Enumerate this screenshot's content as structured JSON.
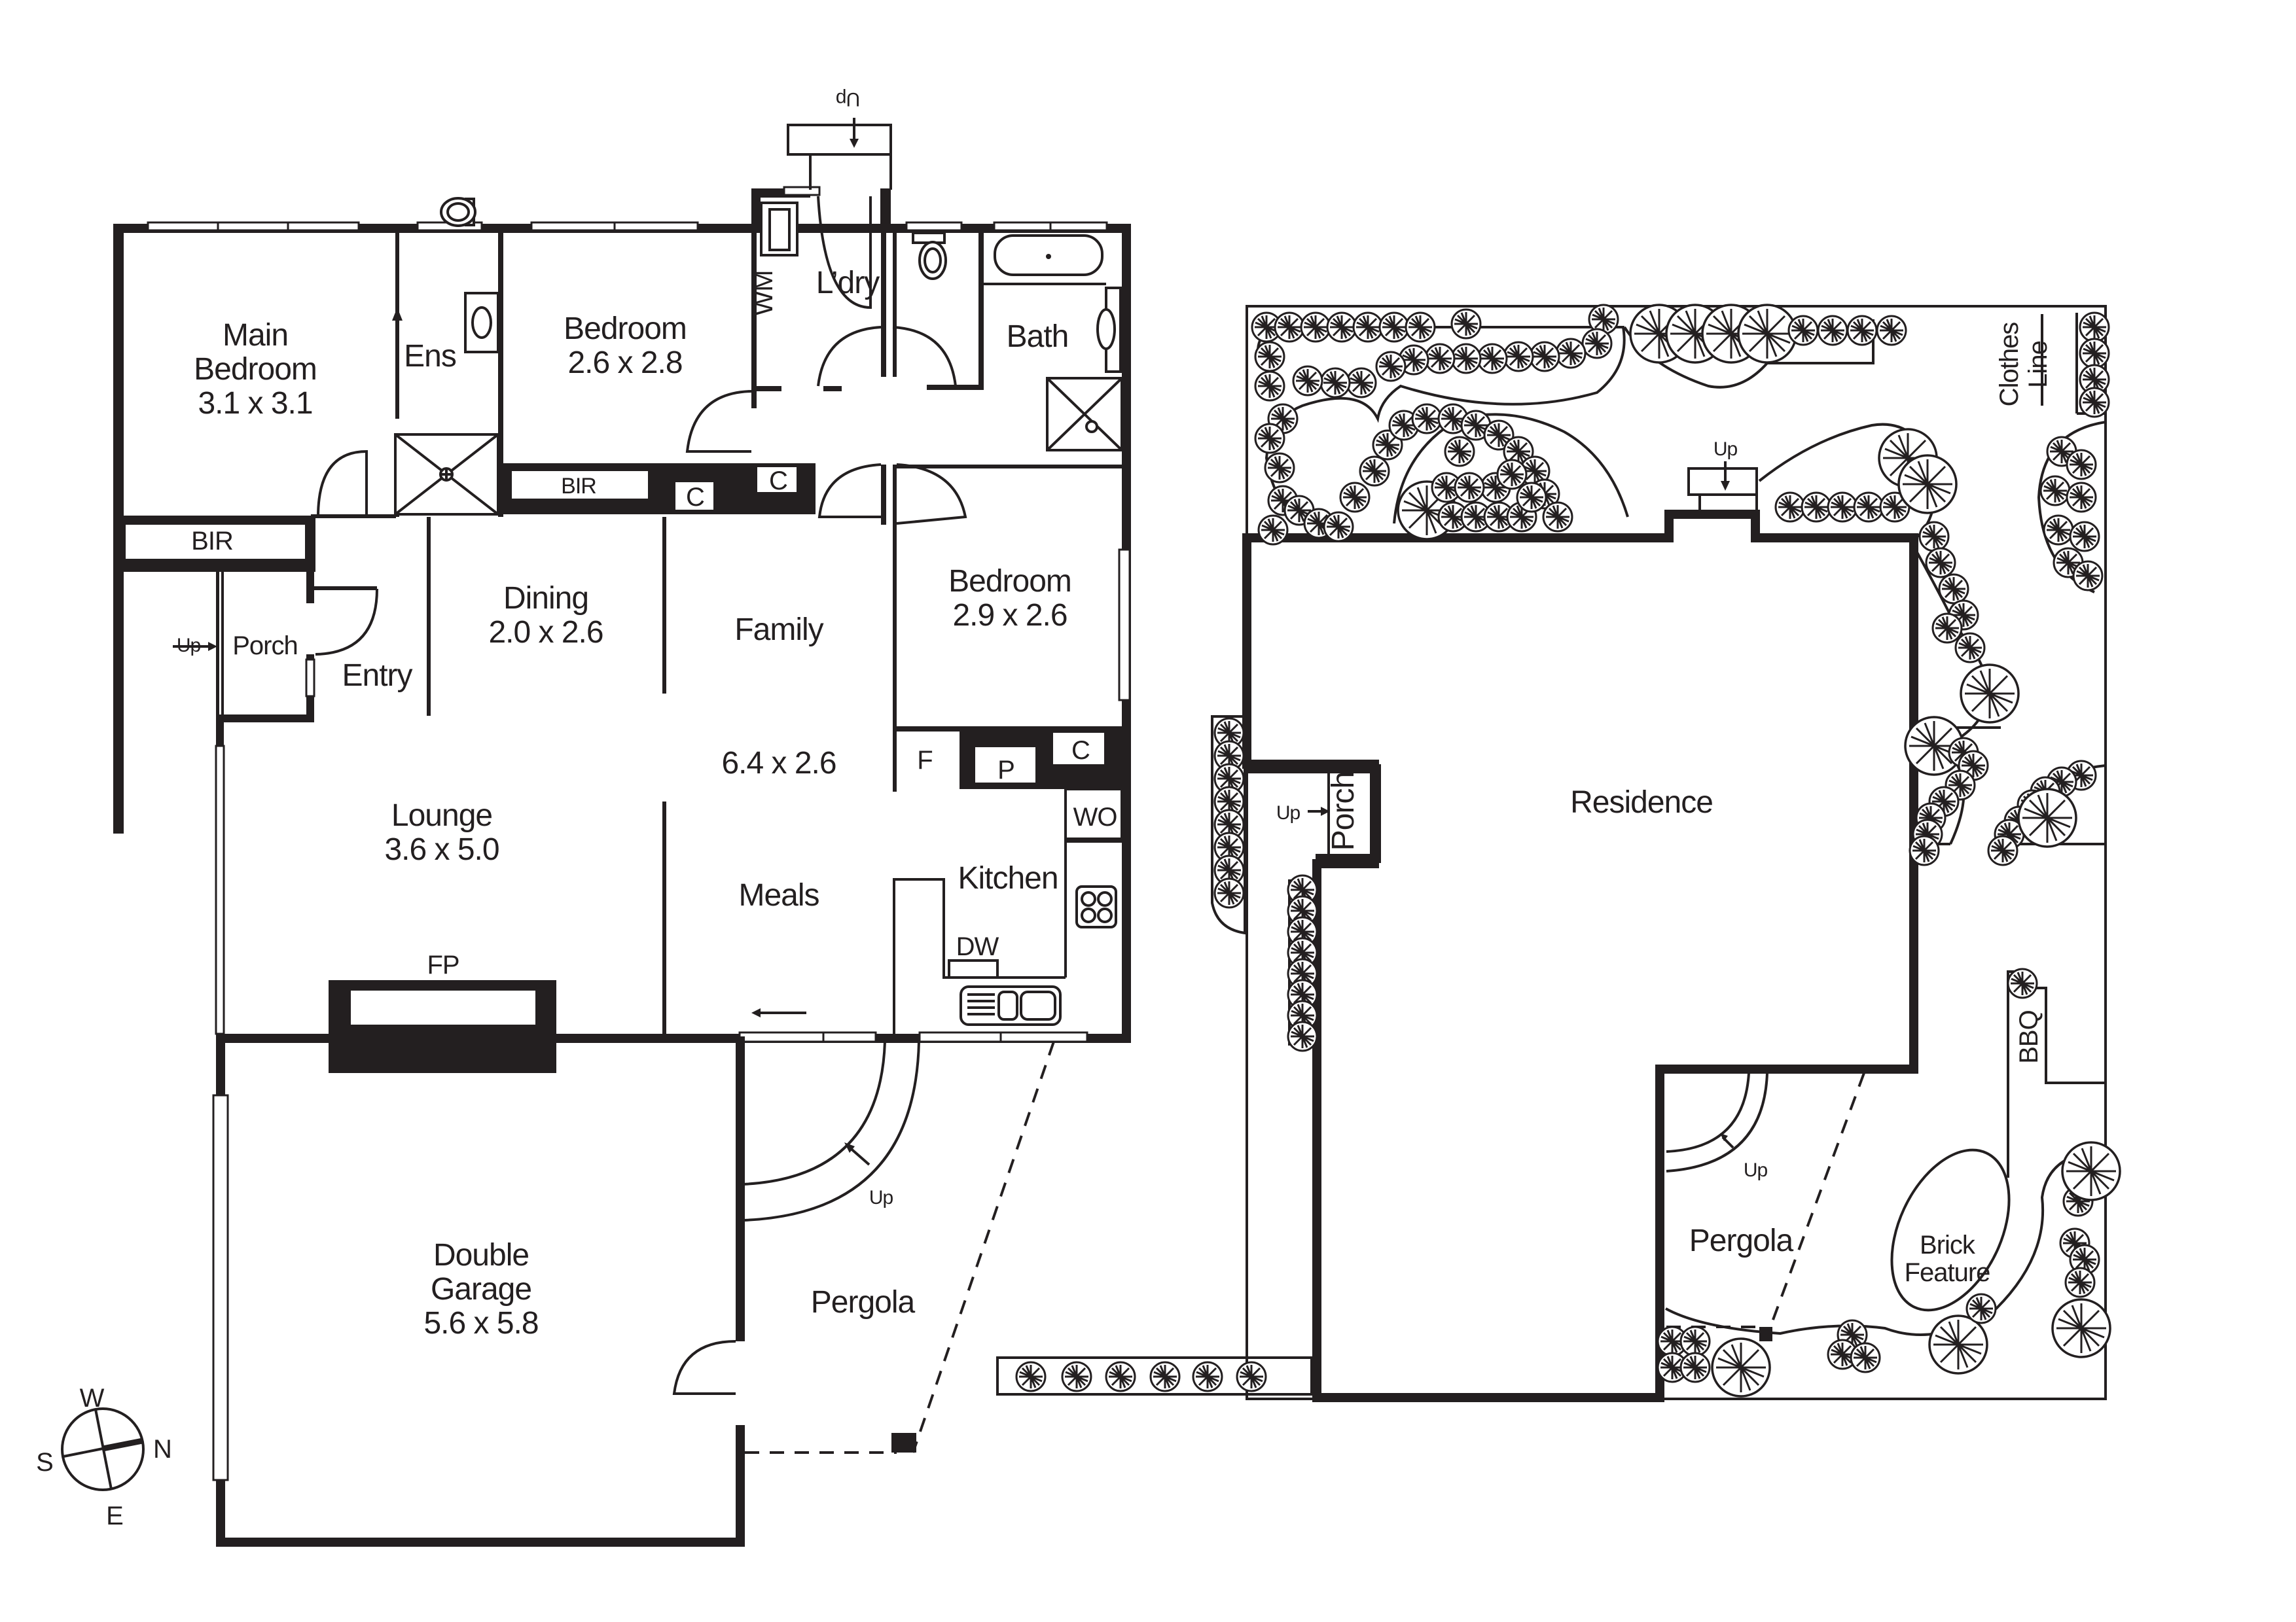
{
  "floor_plan": {
    "rooms": [
      {
        "id": "main-bedroom",
        "name_line1": "Main",
        "name_line2": "Bedroom",
        "size": "3.1 x 3.1"
      },
      {
        "id": "ensuite",
        "name": "Ens"
      },
      {
        "id": "bedroom-2",
        "name": "Bedroom",
        "size": "2.6 x 2.8"
      },
      {
        "id": "laundry",
        "name": "L’dry"
      },
      {
        "id": "bath",
        "name": "Bath"
      },
      {
        "id": "dining",
        "name": "Dining",
        "size": "2.0 x 2.6"
      },
      {
        "id": "family",
        "name": "Family"
      },
      {
        "id": "family-meals-size",
        "size": "6.4 x 2.6"
      },
      {
        "id": "bedroom-3",
        "name": "Bedroom",
        "size": "2.9 x 2.6"
      },
      {
        "id": "entry",
        "name": "Entry"
      },
      {
        "id": "porch",
        "name": "Porch"
      },
      {
        "id": "lounge",
        "name": "Lounge",
        "size": "3.6 x 5.0"
      },
      {
        "id": "meals",
        "name": "Meals"
      },
      {
        "id": "kitchen",
        "name": "Kitchen"
      },
      {
        "id": "double-garage",
        "name_line1": "Double",
        "name_line2": "Garage",
        "size": "5.6 x 5.8"
      },
      {
        "id": "pergola",
        "name": "Pergola"
      }
    ],
    "fixtures": {
      "bir_main": "BIR",
      "bir_bedroom": "BIR",
      "cupboard_1": "C",
      "cupboard_2": "C",
      "cupboard_kitchen": "C",
      "washing_machine": "WM",
      "fridge": "F",
      "pantry": "P",
      "wall_oven": "WO",
      "dishwasher": "DW",
      "fireplace": "FP"
    },
    "stairs": {
      "laundry_steps": "Up",
      "porch_steps": "Up",
      "pergola_steps": "Up"
    }
  },
  "site_plan": {
    "residence": "Residence",
    "porch": "Porch",
    "porch_steps": "Up",
    "rear_steps": "Up",
    "pergola": "Pergola",
    "pergola_steps": "Up",
    "clothes_line_1": "Clothes",
    "clothes_line_2": "Line",
    "bbq": "BBQ",
    "brick_feature_1": "Brick",
    "brick_feature_2": "Feature"
  },
  "compass": {
    "north": "N",
    "south": "S",
    "east": "E",
    "west": "W"
  },
  "colors": {
    "ink": "#231f20",
    "background": "#ffffff"
  }
}
